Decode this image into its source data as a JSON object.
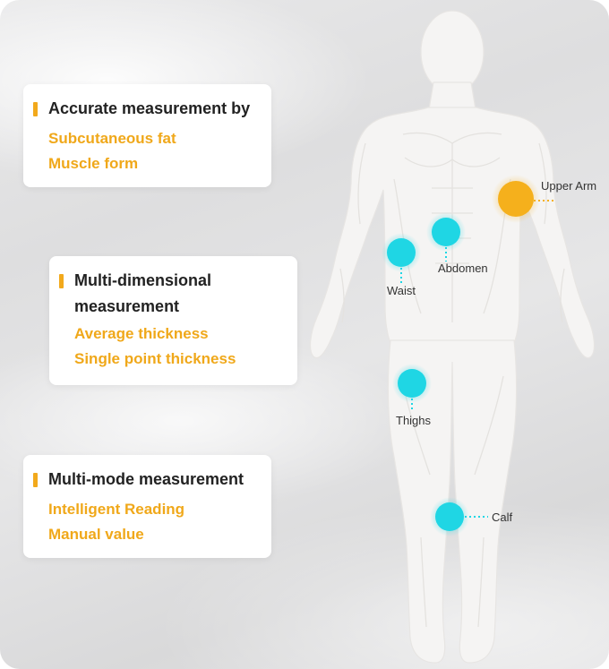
{
  "cards": [
    {
      "title": "Accurate measurement by",
      "items": [
        "Subcutaneous fat",
        "Muscle form"
      ]
    },
    {
      "title": "Multi-dimensional measurement",
      "items": [
        "Average thickness",
        "Single point thickness"
      ]
    },
    {
      "title": "Multi-mode measurement",
      "items": [
        "Intelligent Reading",
        "Manual value"
      ]
    }
  ],
  "points": {
    "upper_arm": "Upper Arm",
    "abdomen": "Abdomen",
    "waist": "Waist",
    "thighs": "Thighs",
    "calf": "Calf"
  },
  "colors": {
    "accent_orange": "#f2a91c",
    "point_cyan": "#1fd6e4",
    "point_orange": "#f5b01c",
    "body_fill": "#f5f4f3"
  }
}
